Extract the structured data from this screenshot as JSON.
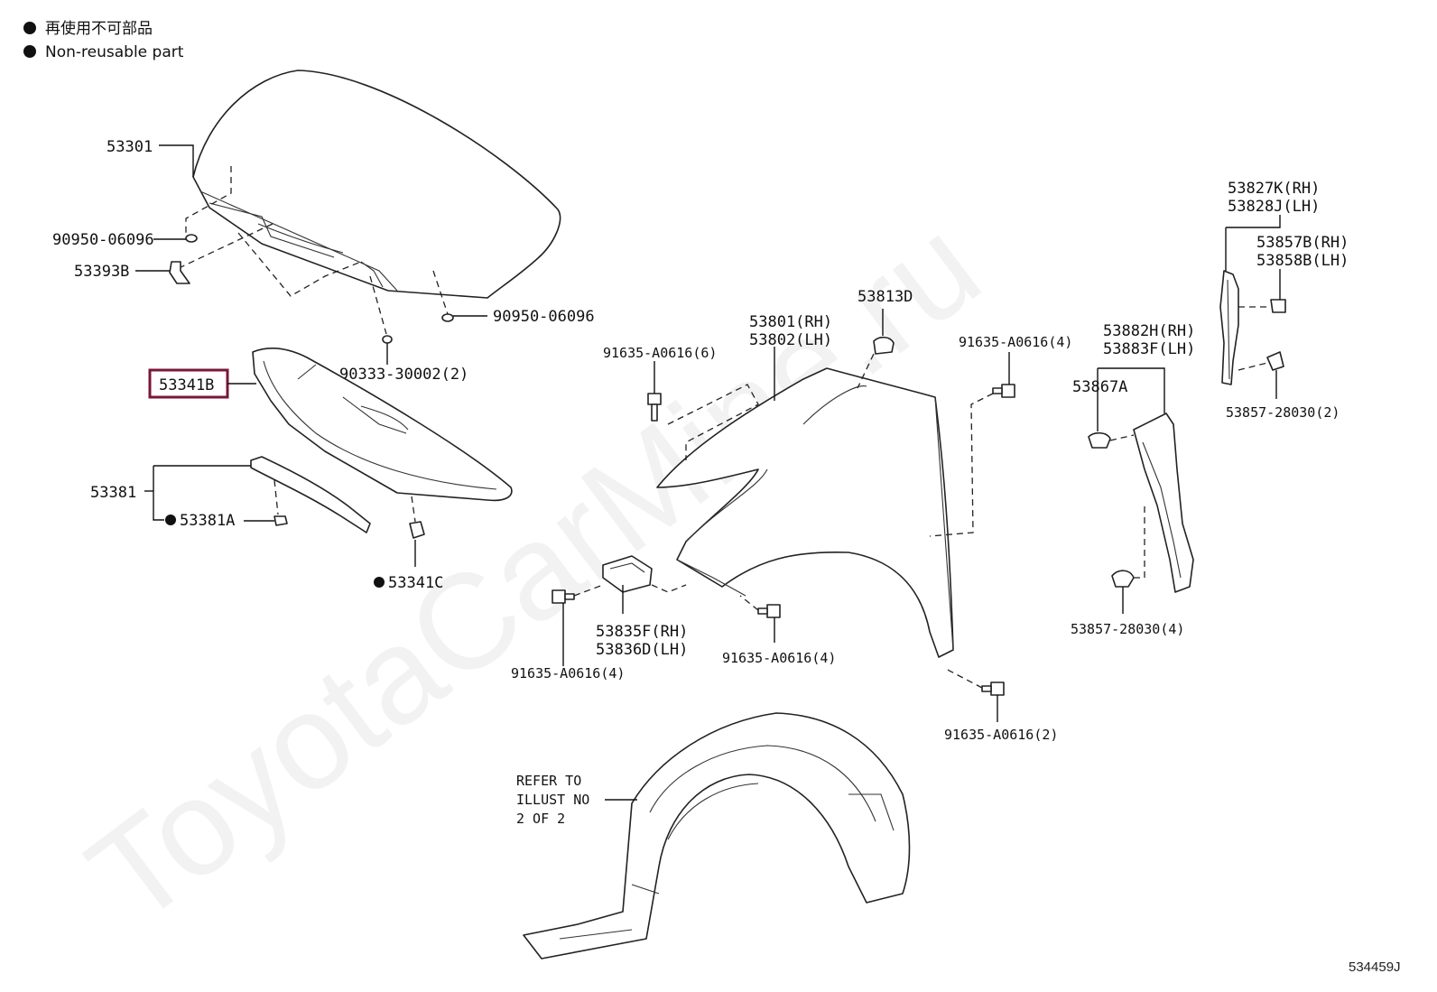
{
  "legend": {
    "jp": "再使用不可部品",
    "en": "Non-reusable part",
    "marker_color": "#111111"
  },
  "highlight_color": "#7a1638",
  "watermark": "ToyotaCarMine.ru",
  "catalog_number": "534459J",
  "refer_note": [
    "REFER TO",
    "ILLUST NO",
    "2 OF 2"
  ],
  "labels": {
    "p53301": "53301",
    "p90950a": "90950-06096",
    "p53393b": "53393B",
    "p90950b": "90950-06096",
    "p90333": "90333-30002(2)",
    "p53341b": "53341B",
    "p53381": "53381",
    "p53381a": "53381A",
    "p53341c": "53341C",
    "p91635_6": "91635-A0616(6)",
    "p53801": "53801(RH)",
    "p53802": "53802(LH)",
    "p53813d": "53813D",
    "p91635_4a": "91635-A0616(4)",
    "p53835f": "53835F(RH)",
    "p53836d": "53836D(LH)",
    "p91635_4b": "91635-A0616(4)",
    "p91635_4c": "91635-A0616(4)",
    "p91635_2": "91635-A0616(2)",
    "p53827k": "53827K(RH)",
    "p53828j": "53828J(LH)",
    "p53857b": "53857B(RH)",
    "p53858b": "53858B(LH)",
    "p53882h": "53882H(RH)",
    "p53883f": "53883F(LH)",
    "p53867a": "53867A",
    "p53857_2": "53857-28030(2)",
    "p53857_4": "53857-28030(4)"
  }
}
